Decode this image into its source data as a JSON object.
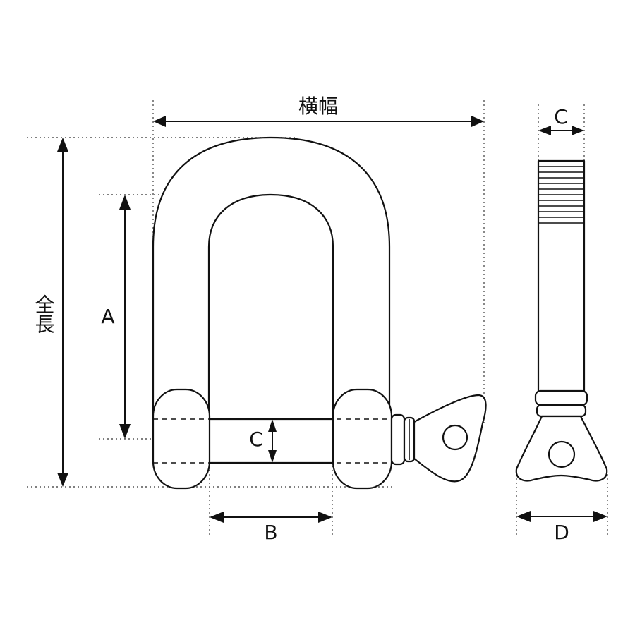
{
  "labels": {
    "width": "横幅",
    "total_length": "全長",
    "a": "A",
    "b": "B",
    "c_front": "C",
    "c_side": "C",
    "d": "D"
  }
}
